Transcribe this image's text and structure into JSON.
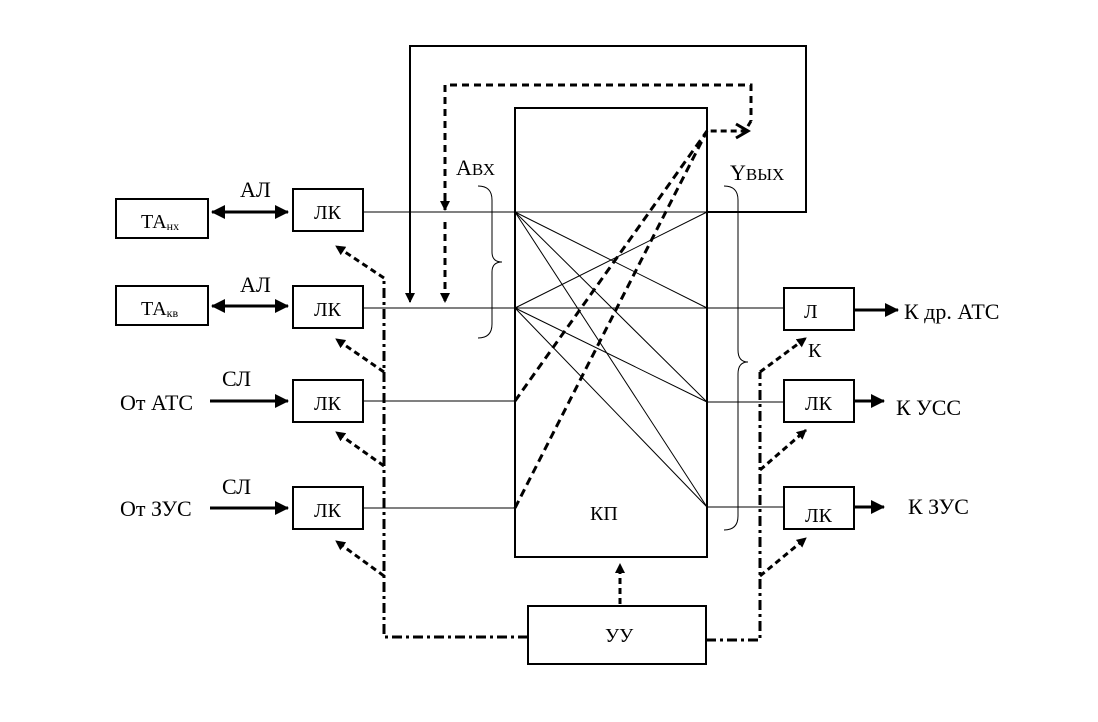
{
  "diagram": {
    "blocks": {
      "ta_nx": {
        "main": "ТА",
        "sub": "нх"
      },
      "ta_kv": {
        "main": "ТА",
        "sub": "кв"
      },
      "lk_in_1": "ЛК",
      "lk_in_2": "ЛК",
      "lk_in_3": "ЛК",
      "lk_in_4": "ЛК",
      "l_out_1": "Л",
      "l_out_1_suffix": "К",
      "lk_out_2": "ЛК",
      "lk_out_3": "ЛК",
      "kp": "КП",
      "uu": "УУ"
    },
    "labels": {
      "al_1": "АЛ",
      "al_2": "АЛ",
      "sl_1": "СЛ",
      "sl_2": "СЛ",
      "from_ats": "От АТС",
      "from_zus": "От ЗУС",
      "a_in": "А",
      "a_in_sub": "ВХ",
      "y_out": "Y",
      "y_out_sub": "ВЫХ",
      "to_other_ats": "К др. АТС",
      "to_uss": "К  УСС",
      "to_zus": "К ЗУС"
    }
  }
}
